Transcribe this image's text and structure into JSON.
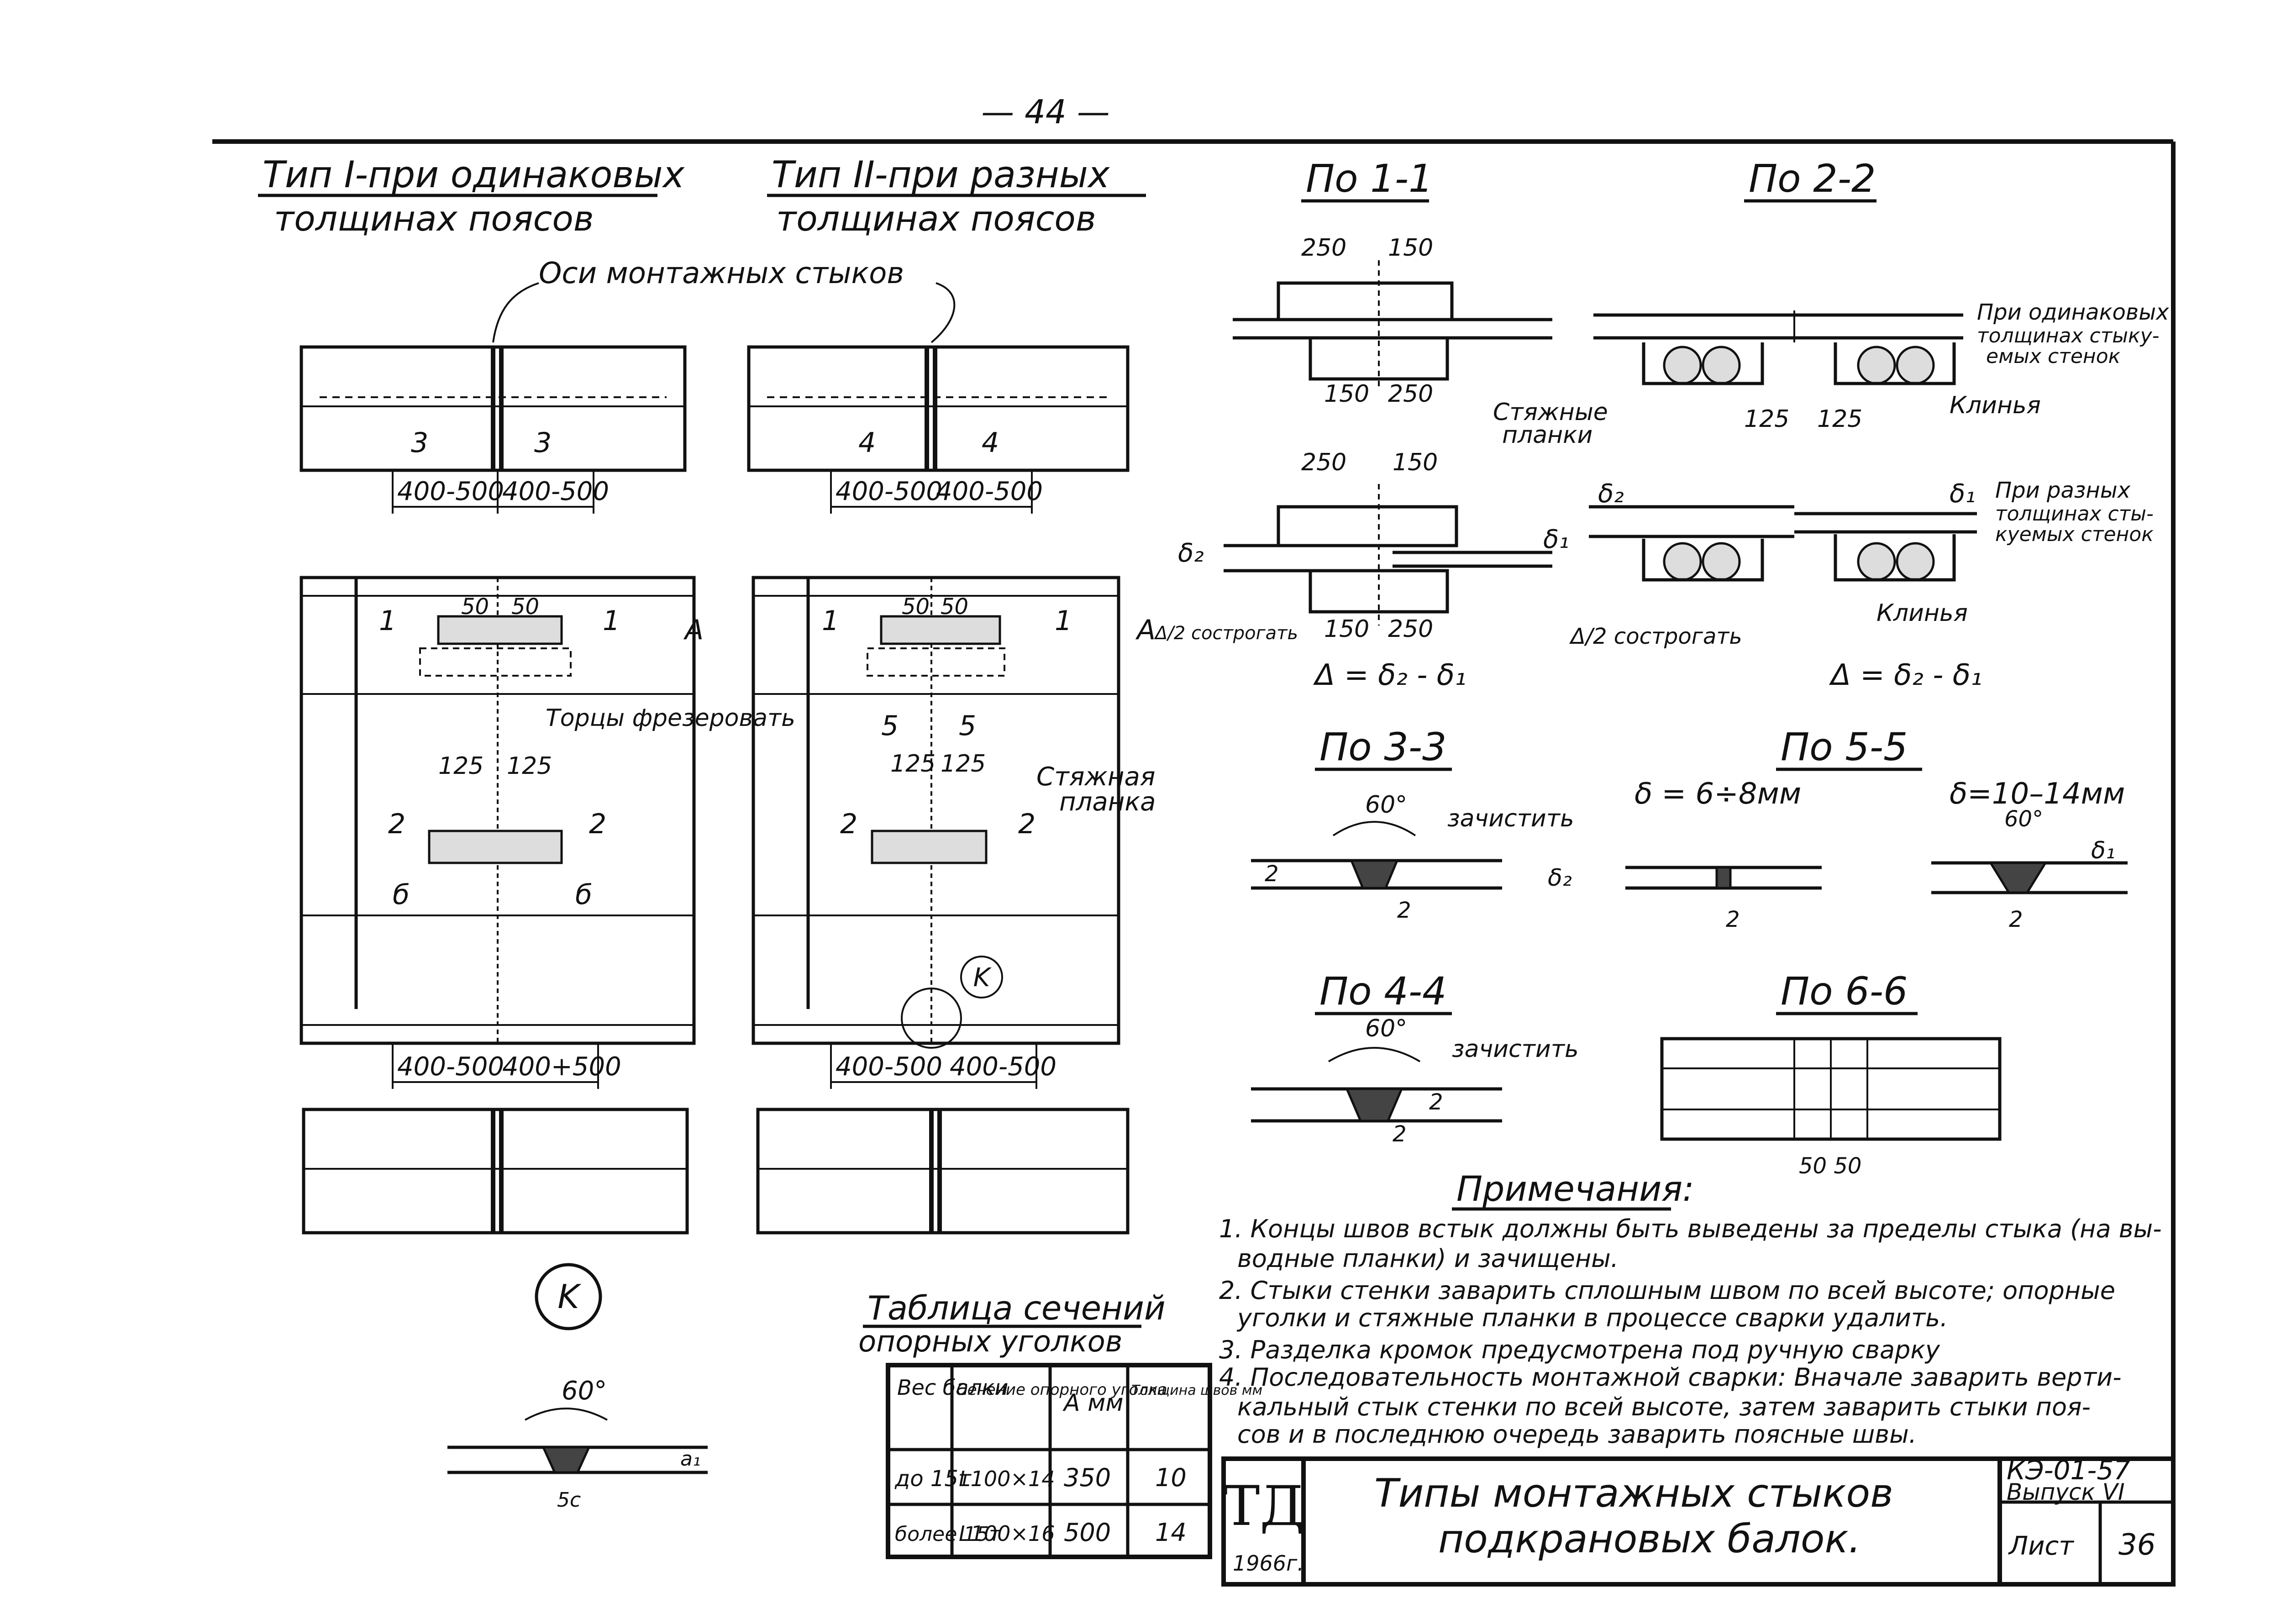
{
  "page_number": "— 44 —",
  "headings": {
    "type1_line1": "Тип I-при одинаковых",
    "type1_line2": "толщинах поясов",
    "type2_line1": "Тип II-при разных",
    "type2_line2": "толщинах поясов",
    "axes_label": "Оси монтажных стыков",
    "section_1_1": "По 1-1",
    "section_2_2": "По 2-2",
    "section_3_3": "По 3-3",
    "section_4_4": "По 4-4",
    "section_5_5": "По 5-5",
    "section_6_6": "По 6-6"
  },
  "labels": {
    "dim_400_500_a": "400-500",
    "dim_400_500_b": "400-500",
    "dim_400_500_c": "400-500",
    "dim_400_500_d": "400-500",
    "dim_400_500_e": "400-500",
    "dim_400_500_f": "400+500",
    "dim_400_500_g": "400-500",
    "dim_400_500_h": "400-500",
    "cut_3": "3",
    "cut_4": "4",
    "cut_1": "1",
    "cut_2": "2",
    "cut_5": "5",
    "cut_6": "б",
    "dim_A": "A",
    "dim_50": "50",
    "dim_125": "125",
    "tortsy": "Торцы фрезеровать",
    "styazhnaya": "Стяжная",
    "planka": "планка",
    "styazhnye": "Стяжные",
    "planki": "планки",
    "sostrogat": "Δ/2 сострогать",
    "dim_250": "250",
    "dim_150": "150",
    "delta_formula": "Δ = δ₂ - δ₁",
    "delta_1": "δ₁",
    "delta_2": "δ₂",
    "same_thick_1": "При одинаковых",
    "same_thick_2": "толщинах стыку-",
    "same_thick_3": "емых стенок",
    "diff_thick_1": "При разных",
    "diff_thick_2": "толщинах сты-",
    "diff_thick_3": "куемых стенок",
    "wedges": "Клинья",
    "angle_60": "60°",
    "zachistit": "зачистить",
    "dim_2": "2",
    "delta_range_1": "δ = 6÷8мм",
    "delta_range_2": "δ=10–14мм",
    "K": "K",
    "dim_50_50": "50 50",
    "dim_5c": "5c",
    "a1": "a₁"
  },
  "notes": {
    "title": "Примечания:",
    "n1a": "1. Концы швов встык должны быть выведены за пределы стыка (на вы-",
    "n1b": "водные планки) и зачищены.",
    "n2a": "2. Стыки стенки заварить сплошным швом по всей высоте; опорные",
    "n2b": "уголки и стяжные планки в процессе сварки удалить.",
    "n3": "3. Разделка кромок предусмотрена под ручную сварку",
    "n4a": "4. Последовательность монтажной сварки: Вначале заварить верти-",
    "n4b": "кальный стык стенки по всей высоте, затем заварить стыки поя-",
    "n4c": "сов и в последнюю очередь заварить поясные швы."
  },
  "table": {
    "title1": "Таблица сечений",
    "title2": "опорных уголков",
    "headers": [
      "Вес балки",
      "Сечение опорного уголка",
      "A мм",
      "Толщина швов мм"
    ],
    "rows": [
      [
        "до 15т",
        "L100×14",
        "350",
        "10"
      ],
      [
        "более 15т",
        "L100×16",
        "500",
        "14"
      ]
    ]
  },
  "title_block": {
    "logo": "ТД",
    "year": "1966г.",
    "title_line1": "Типы монтажных стыков",
    "title_line2": "подкрановых балок.",
    "code": "КЭ-01-57",
    "issue": "Выпуск VI",
    "sheet_label": "Лист",
    "sheet_no": "36"
  }
}
